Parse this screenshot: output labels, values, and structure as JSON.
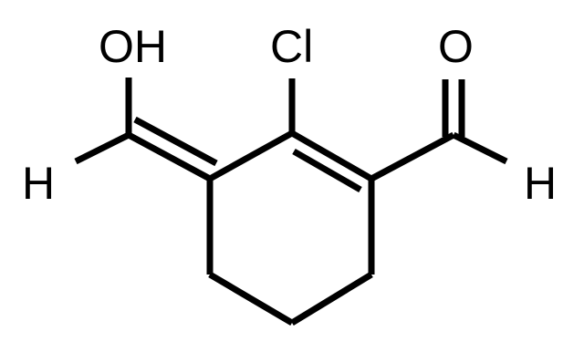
{
  "molecule": {
    "atoms": {
      "oh": "OH",
      "cl": "Cl",
      "o": "O",
      "h_left": "H",
      "h_right": "H"
    },
    "colors": {
      "bond": "#000000",
      "label": "#000000",
      "background": "#ffffff"
    }
  }
}
